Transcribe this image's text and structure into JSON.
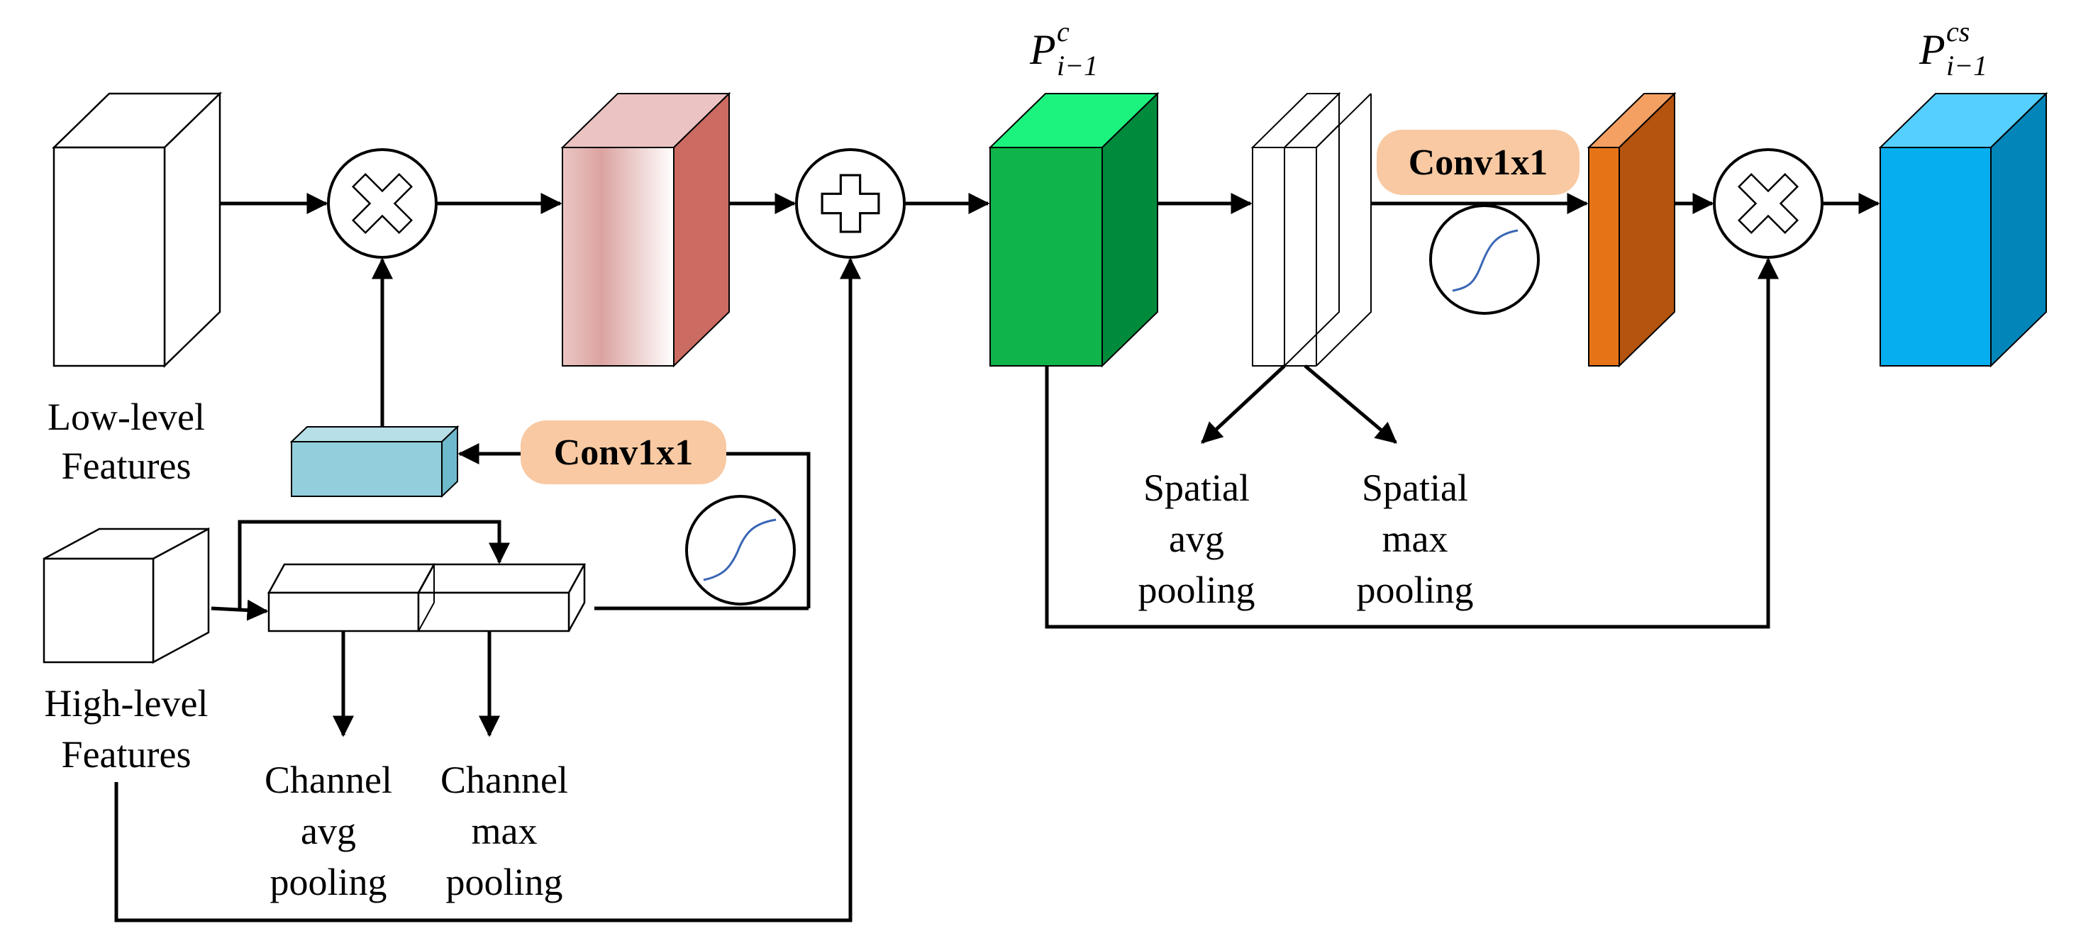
{
  "labels": {
    "low_level_line1": "Low-level",
    "low_level_line2": "Features",
    "high_level_line1": "High-level",
    "high_level_line2": "Features",
    "channel_avg": [
      "Channel",
      "avg",
      "pooling"
    ],
    "channel_max": [
      "Channel",
      "max",
      "pooling"
    ],
    "spatial_avg": [
      "Spatial",
      "avg",
      "pooling"
    ],
    "spatial_max": [
      "Spatial",
      "max",
      "pooling"
    ],
    "conv_left": "Conv1x1",
    "conv_right": "Conv1x1",
    "pc_main": "P",
    "pc_sup": "c",
    "pc_sub": "i−1",
    "pcs_main": "P",
    "pcs_sup": "cs",
    "pcs_sub": "i−1"
  },
  "colors": {
    "conv_pill": "#F8C9A2",
    "green_front": "#0FB54A",
    "green_top": "#1CF37E",
    "green_side": "#008A3C",
    "blue_front": "#06AEEF",
    "blue_top": "#55CFFF",
    "blue_side": "#0286BA",
    "orange_front": "#E67417",
    "orange_top": "#F4A062",
    "orange_side": "#B4540E",
    "red_top": "#EBC3C2",
    "red_side": "#CC6B62",
    "teal_front": "#92CEDC",
    "sigmoid_curve": "#3A66B5"
  }
}
